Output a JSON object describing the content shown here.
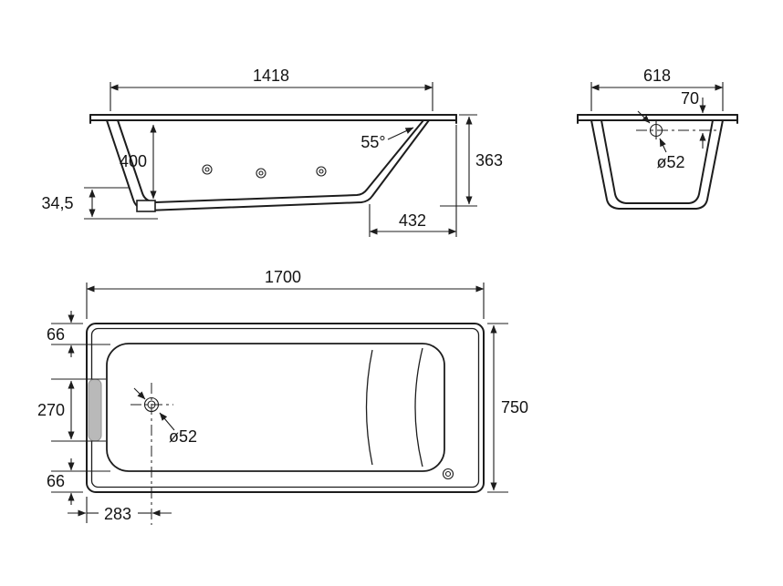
{
  "colors": {
    "bg": "#ffffff",
    "line": "#1d1d1d",
    "grip_fill": "#b9b9b9",
    "grip_stroke": "#939393"
  },
  "side_view": {
    "rim_length": "1418",
    "inner_depth": "400",
    "slope_angle": "55°",
    "overall_height": "363",
    "base_height": "34,5",
    "slope_run": "432"
  },
  "end_view": {
    "rim_width": "618",
    "drain_drop": "70",
    "drain_diameter": "ø52"
  },
  "plan_view": {
    "length": "1700",
    "width": "750",
    "rim_edge_top": "66",
    "grip_length": "270",
    "rim_edge_bottom": "66",
    "drain_offset": "283",
    "drain_diameter": "ø52"
  }
}
